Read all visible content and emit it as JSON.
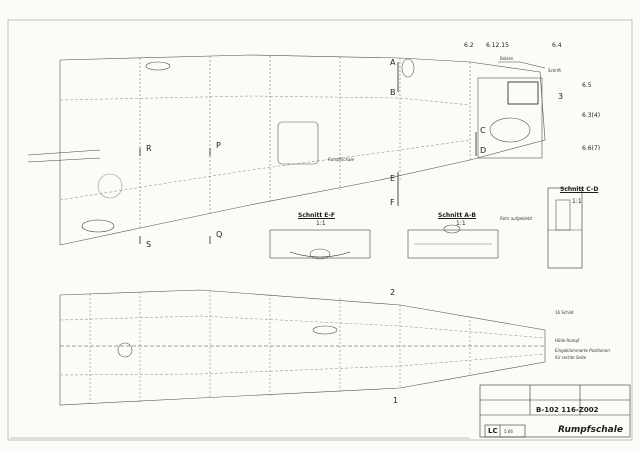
{
  "markers": {
    "A": "A",
    "B": "B",
    "C": "C",
    "D": "D",
    "E": "E",
    "F": "F",
    "R": "R",
    "P": "P",
    "S": "S",
    "Q": "Q",
    "pos1": "1",
    "pos2": "2",
    "pos3": "3"
  },
  "part_refs": {
    "g2": "6.2",
    "g1215": "6.12.15",
    "g4": "6.4",
    "g5": "6.5",
    "g34": "6.3(4)",
    "g67": "6.6(7)"
  },
  "annotations": {
    "rumpfschale_inner": "Rumpfschale",
    "rohr_aufgeklebt": "Rohr aufgeklebt",
    "eingeklammert_1": "Eingeklammerte Positionen",
    "eingeklammert_2": "für rechte Seite",
    "small_1": "Bolzen",
    "small_2": "Schrift",
    "small_3": "Hölle Rumpf",
    "small_4": "16 Schild"
  },
  "sections": {
    "ef_title": "Schnitt E-F",
    "ef_scale": "1:1",
    "ab_title": "Schnitt A-B",
    "ab_scale": "1:1",
    "cd_title": "Schnitt C-D",
    "cd_scale": "1:1"
  },
  "title_block": {
    "drawing_number": "B-102 116-Z002",
    "title": "Rumpfschale",
    "sheet_code": "LC",
    "sheet_sub": "5.66"
  }
}
